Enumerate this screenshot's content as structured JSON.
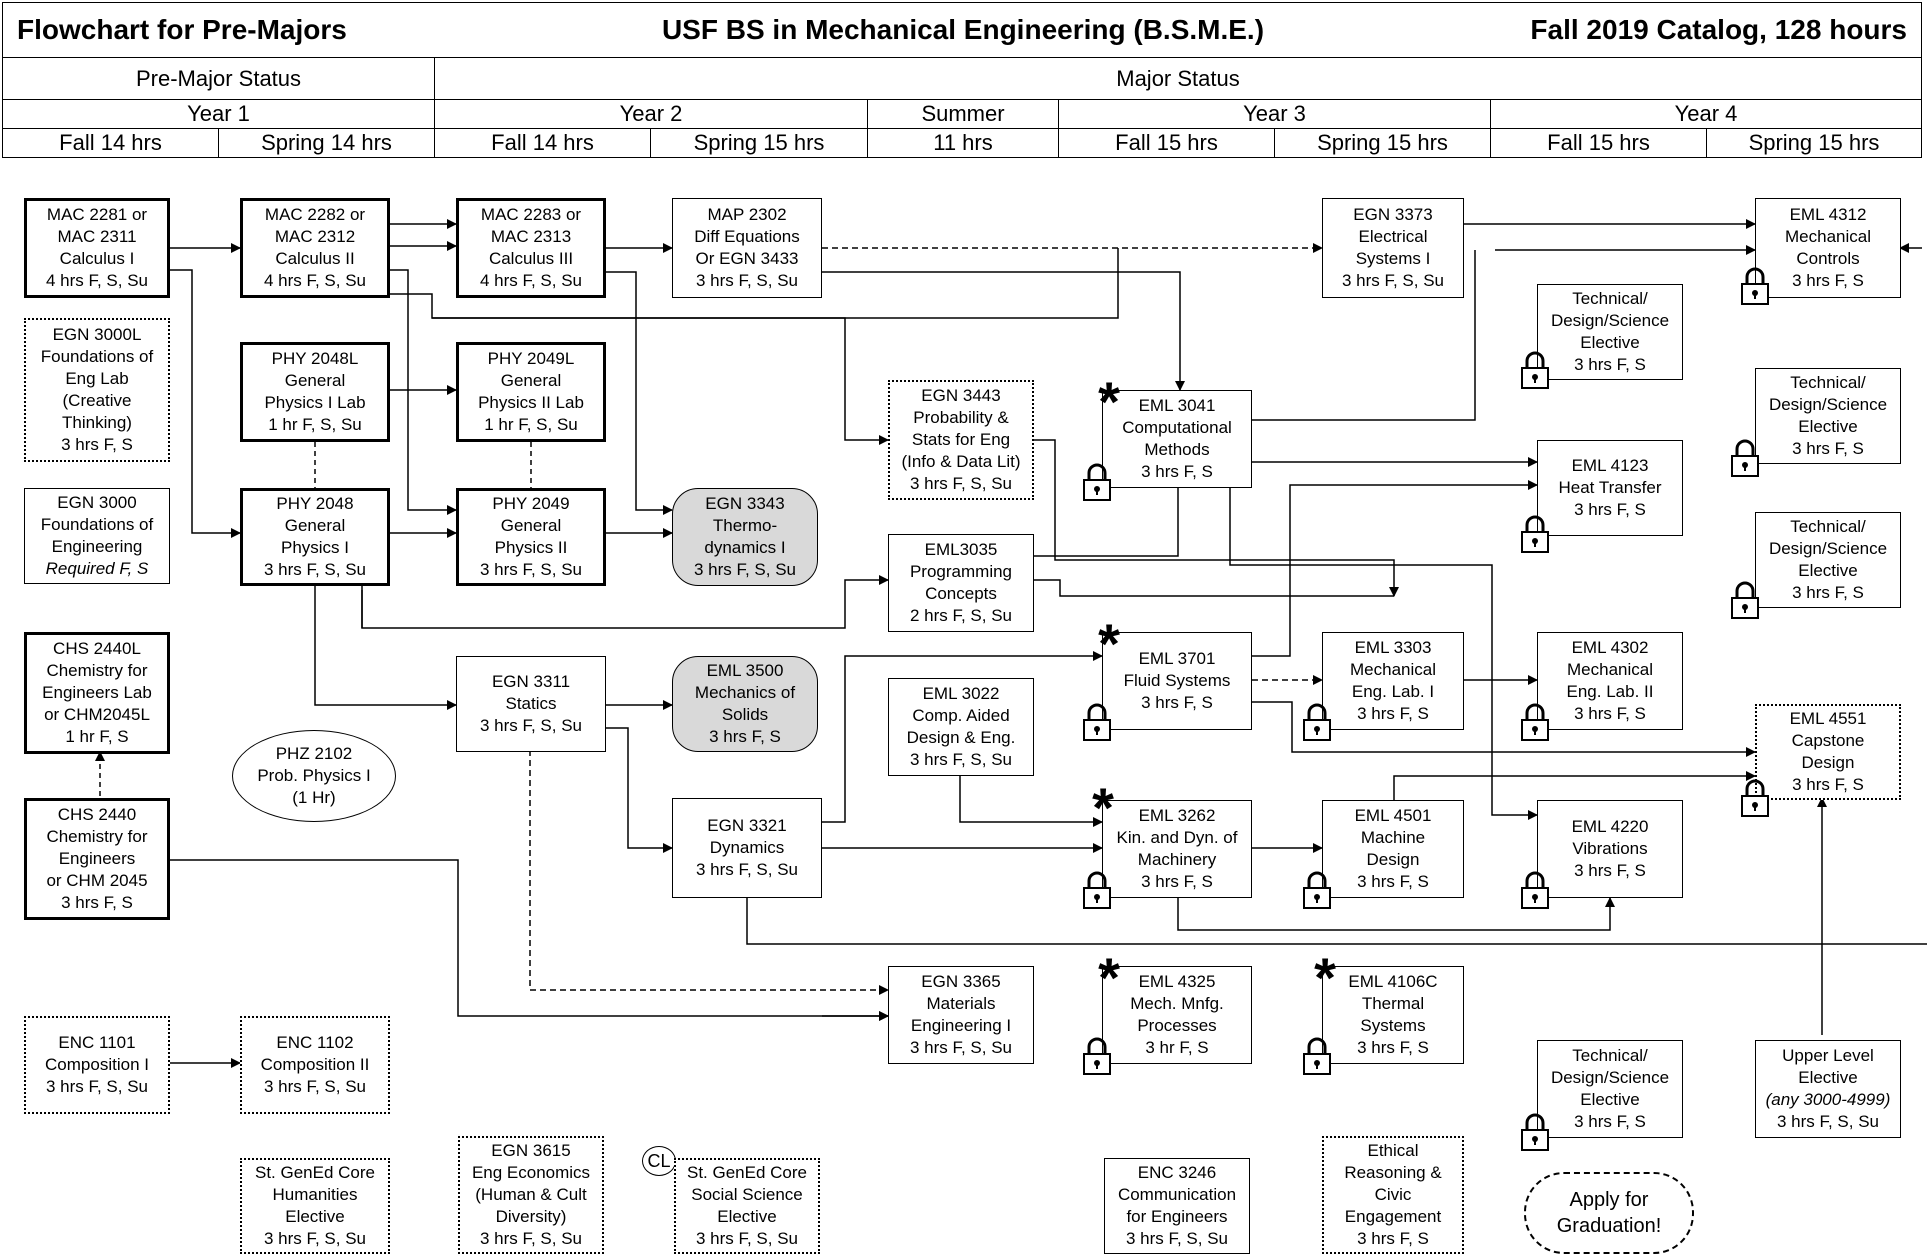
{
  "header": {
    "left_title": "Flowchart for Pre-Majors",
    "center_title": "USF BS in Mechanical Engineering (B.S.M.E.)",
    "right_title": "Fall 2019 Catalog, 128 hours",
    "status": [
      "Pre-Major Status",
      "Major Status"
    ],
    "years": [
      "Year 1",
      "Year 2",
      "Summer",
      "Year 3",
      "Year 4"
    ],
    "terms": [
      "Fall 14 hrs",
      "Spring 14 hrs",
      "Fall 14 hrs",
      "Spring 15 hrs",
      "11 hrs",
      "Fall 15 hrs",
      "Spring 15 hrs",
      "Fall 15 hrs",
      "Spring 15 hrs"
    ]
  },
  "courses": {
    "mac2281": [
      "MAC 2281 or",
      "MAC 2311",
      "Calculus I",
      "4 hrs  F, S, Su"
    ],
    "egn3000l": [
      "EGN 3000L",
      "Foundations of",
      "Eng Lab",
      "(Creative",
      "Thinking)",
      "3 hrs   F, S"
    ],
    "egn3000": [
      "EGN 3000",
      "Foundations of",
      "Engineering",
      "Required  F, S"
    ],
    "chs2440l": [
      "CHS 2440L",
      "Chemistry for",
      "Engineers Lab",
      "or CHM2045L",
      "1 hr    F, S"
    ],
    "chs2440": [
      "CHS 2440",
      "Chemistry for",
      "Engineers",
      "or CHM 2045",
      "3 hrs    F, S"
    ],
    "enc1101": [
      "ENC 1101",
      "Composition I",
      "3 hrs  F, S, Su"
    ],
    "mac2282": [
      "MAC 2282 or",
      "MAC 2312",
      "Calculus II",
      "4 hrs  F, S, Su"
    ],
    "phy2048l": [
      "PHY 2048L",
      "General",
      "Physics I Lab",
      "1 hr   F, S, Su"
    ],
    "phy2048": [
      "PHY 2048",
      "General",
      "Physics I",
      "3 hrs  F, S, Su"
    ],
    "phz2102": [
      "PHZ 2102",
      "Prob. Physics I",
      "(1 Hr)"
    ],
    "enc1102": [
      "ENC 1102",
      "Composition II",
      "3 hrs  F, S, Su"
    ],
    "humanities": [
      "St. GenEd Core",
      "Humanities",
      "Elective",
      "3 hrs  F, S, Su"
    ],
    "mac2283": [
      "MAC 2283 or",
      "MAC 2313",
      "Calculus III",
      "4 hrs  F, S, Su"
    ],
    "phy2049l": [
      "PHY 2049L",
      "General",
      "Physics II Lab",
      "1 hr   F, S, Su"
    ],
    "phy2049": [
      "PHY 2049",
      "General",
      "Physics II",
      "3 hrs  F, S, Su"
    ],
    "egn3311": [
      "EGN 3311",
      "Statics",
      "3 hrs    F, S, Su"
    ],
    "egn3615": [
      "EGN 3615",
      "Eng Economics",
      "(Human & Cult",
      "Diversity)",
      "3 hrs  F, S, Su"
    ],
    "map2302": [
      "MAP 2302",
      "Diff Equations",
      "Or EGN 3433",
      "3 hrs  F, S, Su"
    ],
    "egn3343": [
      "EGN 3343",
      "Thermo-",
      "dynamics I",
      "3 hrs  F, S, Su"
    ],
    "eml3500": [
      "EML 3500",
      "Mechanics of",
      "Solids",
      "3 hrs F, S"
    ],
    "socsci": [
      "St. GenEd Core",
      "Social Science",
      "Elective",
      "3 hrs  F, S, Su"
    ],
    "egn3443": [
      "EGN 3443",
      "Probability &",
      "Stats for Eng",
      "(Info & Data Lit)",
      "3 hrs  F, S, Su"
    ],
    "eml3035": [
      "EML3035",
      "Programming",
      "Concepts",
      "2 hrs  F, S, Su"
    ],
    "eml3022": [
      "EML 3022",
      "Comp. Aided",
      "Design & Eng.",
      "3 hrs F, S, Su"
    ],
    "egn3321": [
      "EGN 3321",
      "Dynamics",
      "3 hrs  F, S, Su"
    ],
    "egn3365": [
      "EGN 3365",
      "Materials",
      "Engineering I",
      "3 hrs   F, S, Su"
    ],
    "eml3041": [
      "EML 3041",
      "Computational",
      "Methods",
      "3 hrs  F, S"
    ],
    "eml3701": [
      "EML 3701",
      "Fluid Systems",
      "3 hrs F, S"
    ],
    "eml3262": [
      "EML 3262",
      "Kin. and Dyn. of",
      "Machinery",
      "3 hrs  F, S"
    ],
    "eml4325": [
      "EML 4325",
      "Mech. Mnfg.",
      "Processes",
      "3 hr F, S"
    ],
    "enc3246": [
      "ENC 3246",
      "Communication",
      "for Engineers",
      "3 hrs  F, S, Su"
    ],
    "egn3373": [
      "EGN 3373",
      "Electrical",
      "Systems I",
      "3 hrs  F, S, Su"
    ],
    "eml3303": [
      "EML 3303",
      "Mechanical",
      "Eng. Lab. I",
      "3 hrs F, S"
    ],
    "eml4501": [
      "EML 4501",
      "Machine",
      "Design",
      "3 hrs  F, S"
    ],
    "eml4106c": [
      "EML 4106C",
      "Thermal",
      "Systems",
      "3 hrs  F, S"
    ],
    "ethical": [
      "Ethical",
      "Reasoning &",
      "Civic",
      "Engagement",
      "3 hrs  F, S"
    ],
    "tech1": [
      "Technical/",
      "Design/Science",
      "Elective",
      "3 hrs F, S"
    ],
    "eml4123": [
      "EML 4123",
      "Heat Transfer",
      "3 hrs  F, S"
    ],
    "eml4302": [
      "EML 4302",
      "Mechanical",
      "Eng. Lab. II",
      "3 hrs  F, S"
    ],
    "eml4220": [
      "EML 4220",
      "Vibrations",
      "3 hrs  F, S"
    ],
    "tech2": [
      "Technical/",
      "Design/Science",
      "Elective",
      "3 hrs F, S"
    ],
    "apply": [
      "Apply for",
      "Graduation!"
    ],
    "eml4312": [
      "EML 4312",
      "Mechanical",
      "Controls",
      "3 hrs  F, S"
    ],
    "tech3": [
      "Technical/",
      "Design/Science",
      "Elective",
      "3 hrs  F, S"
    ],
    "tech4": [
      "Technical/",
      "Design/Science",
      "Elective",
      "3 hrs  F, S"
    ],
    "eml4551": [
      "EML 4551",
      "Capstone",
      "Design",
      "3 hrs  F, S"
    ],
    "upper": [
      "Upper Level",
      "Elective",
      "(any 3000-4999)",
      "3 hrs  F, S, Su"
    ]
  },
  "cl_badge": "CL",
  "star_glyph": "*"
}
